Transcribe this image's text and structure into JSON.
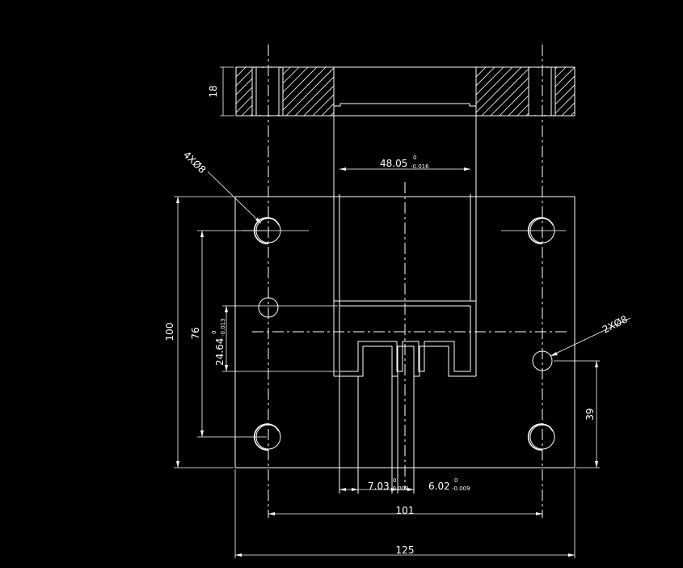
{
  "labels": {
    "dim_18": "18",
    "dim_100": "100",
    "dim_76": "76",
    "dim_101": "101",
    "dim_125": "125",
    "dim_39": "39",
    "holes_4": "4XØ8",
    "holes_2": "2XØ8",
    "tol_48_main": "48.05",
    "tol_48_upper": "0",
    "tol_48_lower": "-0.016",
    "tol_24_main": "24.64",
    "tol_24_upper": "0",
    "tol_24_lower": "-0.013",
    "tol_7_main": "7.03",
    "tol_7_upper": "0",
    "tol_7_lower": "-0.009",
    "tol_6_main": "6.02",
    "tol_6_upper": "0",
    "tol_6_lower": "-0.009"
  }
}
